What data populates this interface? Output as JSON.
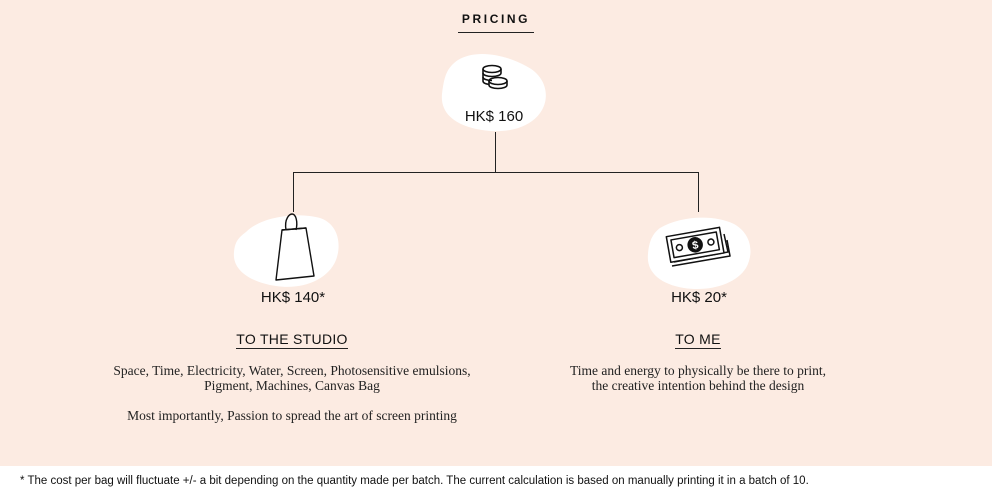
{
  "title": "PRICING",
  "top": {
    "price": "HK$ 160",
    "icon": "coins-icon"
  },
  "left": {
    "price": "HK$ 140*",
    "icon": "tote-bag-icon",
    "heading": "TO THE STUDIO",
    "desc_line1": "Space, Time, Electricity, Water, Screen, Photosensitive emulsions,",
    "desc_line2": "Pigment, Machines, Canvas Bag",
    "desc_line3": "Most importantly, Passion to spread the art of screen printing"
  },
  "right": {
    "price": "HK$ 20*",
    "icon": "banknotes-icon",
    "heading": "TO ME",
    "desc_line1": "Time and energy to physically be there to print,",
    "desc_line2": "the creative intention behind the design"
  },
  "footnote": "* The cost per bag will fluctuate +/- a bit depending on the quantity made per batch. The current calculation is based on manually printing it in a batch of 10.",
  "colors": {
    "background": "#fcebe2",
    "blob": "#ffffff",
    "ink": "#111111"
  }
}
